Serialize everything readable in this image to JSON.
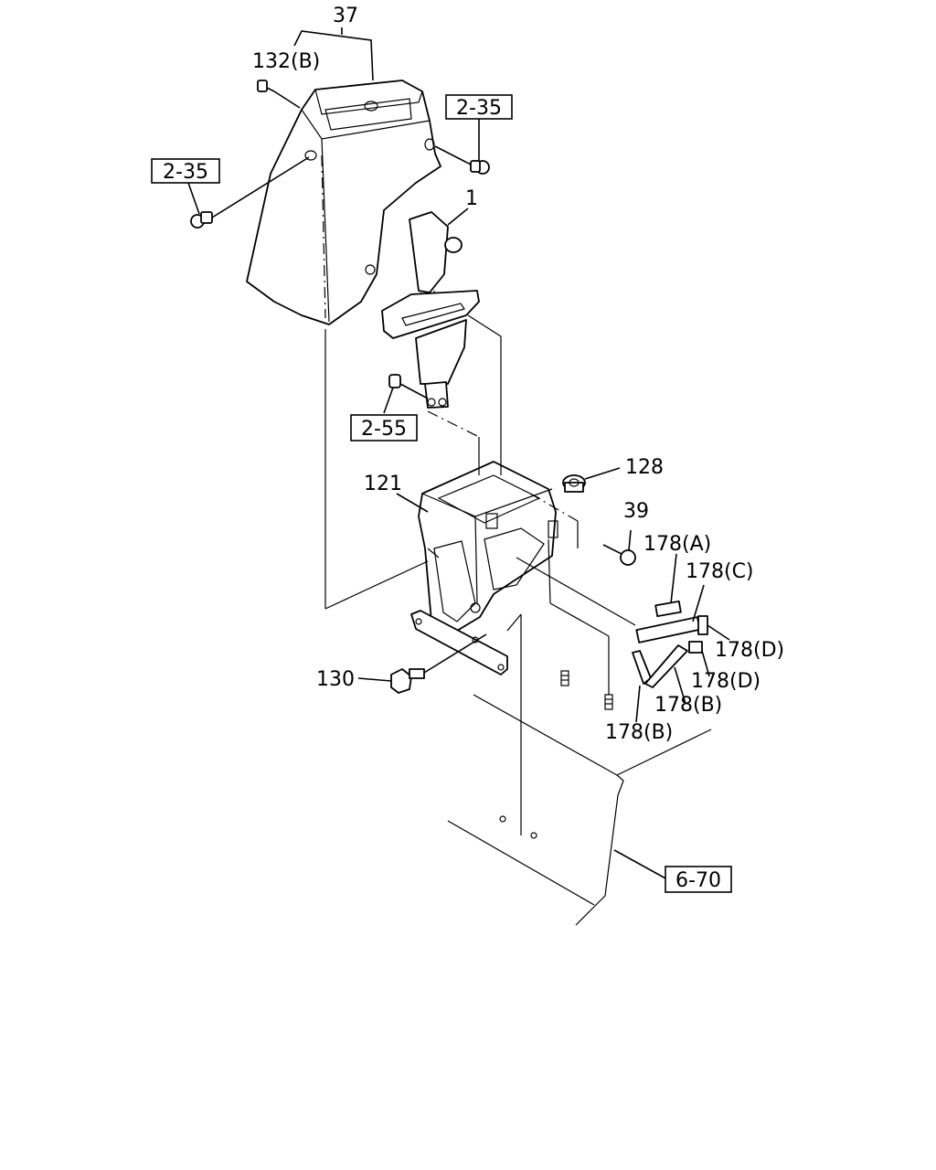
{
  "callouts": {
    "c37": "37",
    "c132b": "132(B)",
    "c235_right": "2-35",
    "c235_left": "2-35",
    "c1": "1",
    "c255": "2-55",
    "c128": "128",
    "c121": "121",
    "c39": "39",
    "c178a": "178(A)",
    "c178c": "178(C)",
    "c178d_1": "178(D)",
    "c178d_2": "178(D)",
    "c178b_1": "178(B)",
    "c178b_2": "178(B)",
    "c130": "130",
    "c670": "6-70"
  }
}
